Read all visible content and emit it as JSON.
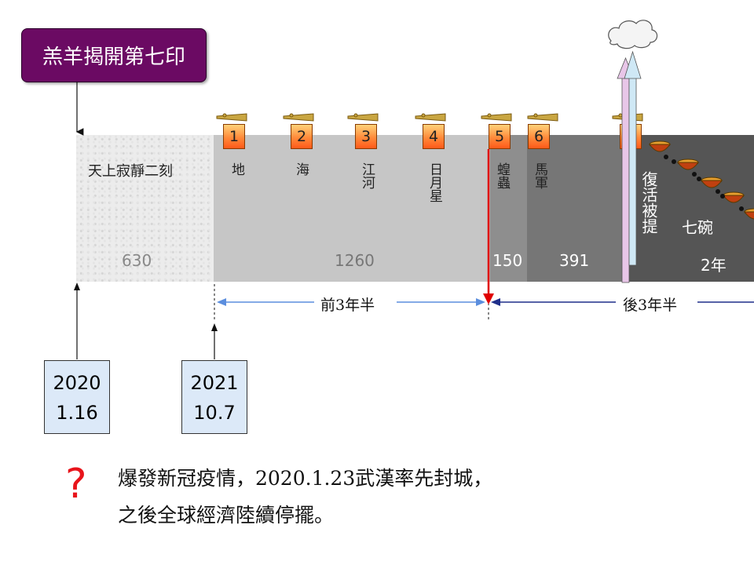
{
  "title": "羔羊揭開第七印",
  "segments": {
    "silence_label": "天上寂靜二刻",
    "silence_value": "630",
    "period1_value": "1260",
    "period2_value": "150",
    "period3_value": "391",
    "period4_value": "2年"
  },
  "trumpets": [
    {
      "number": "1",
      "label": "地"
    },
    {
      "number": "2",
      "label": "海"
    },
    {
      "number": "3",
      "label": "江河"
    },
    {
      "number": "4",
      "label": "日月星"
    },
    {
      "number": "5",
      "label": "蝗蟲"
    },
    {
      "number": "6",
      "label": "馬軍"
    },
    {
      "number": "7",
      "label": ""
    }
  ],
  "rapture_label": "復活被提",
  "bowls_label": "七碗",
  "first_half_label": "前3年半",
  "second_half_label": "後3年半",
  "dates": [
    {
      "line1": "2020",
      "line2": "1.16"
    },
    {
      "line1": "2021",
      "line2": "10.7"
    }
  ],
  "question_mark": "?",
  "note_line1": "爆發新冠疫情，2020.1.23武漢率先封城，",
  "note_line2": "之後全球經濟陸續停擺。",
  "colors": {
    "title_bg": "#6b0a63",
    "red_arrow": "#e00000",
    "span_arrow_blue": "#5b8ede",
    "span_arrow_navy": "#1f2f8a",
    "date_bg": "#dce9f8"
  }
}
